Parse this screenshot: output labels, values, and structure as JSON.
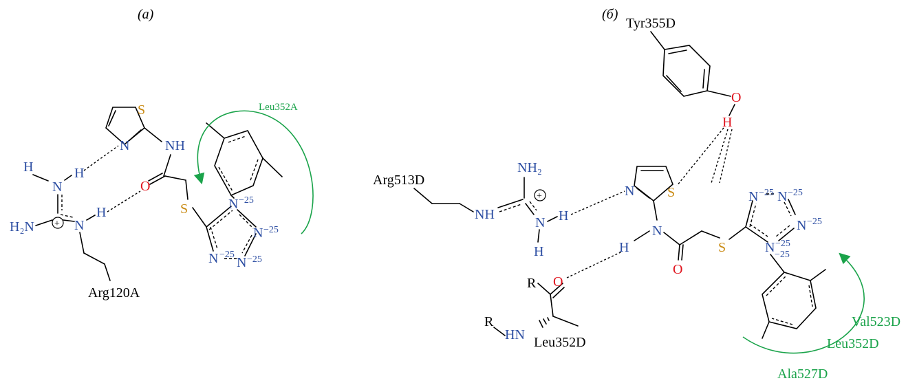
{
  "panels": {
    "a": {
      "label": "(a)"
    },
    "b": {
      "label": "(б)"
    }
  },
  "residues": {
    "arg120a": "Arg120A",
    "leu352a": "Leu352A",
    "arg513d": "Arg513D",
    "tyr355d": "Tyr355D",
    "leu352d": "Leu352D",
    "val523d": "Val523D",
    "leu352d_green": "Leu352D",
    "ala527d": "Ala527D"
  },
  "atoms": {
    "S": "S",
    "N": "N",
    "H": "H",
    "O": "O",
    "R": "R",
    "NH": "NH",
    "HN": "HN",
    "H2N": "H₂N",
    "NH2": "NH₂",
    "minus25": "−25",
    "plus": "+"
  },
  "colors": {
    "nitrogen": "#2e4fa3",
    "oxygen": "#e0141e",
    "sulfur": "#c98a12",
    "hydrophobic": "#1aa34a"
  }
}
